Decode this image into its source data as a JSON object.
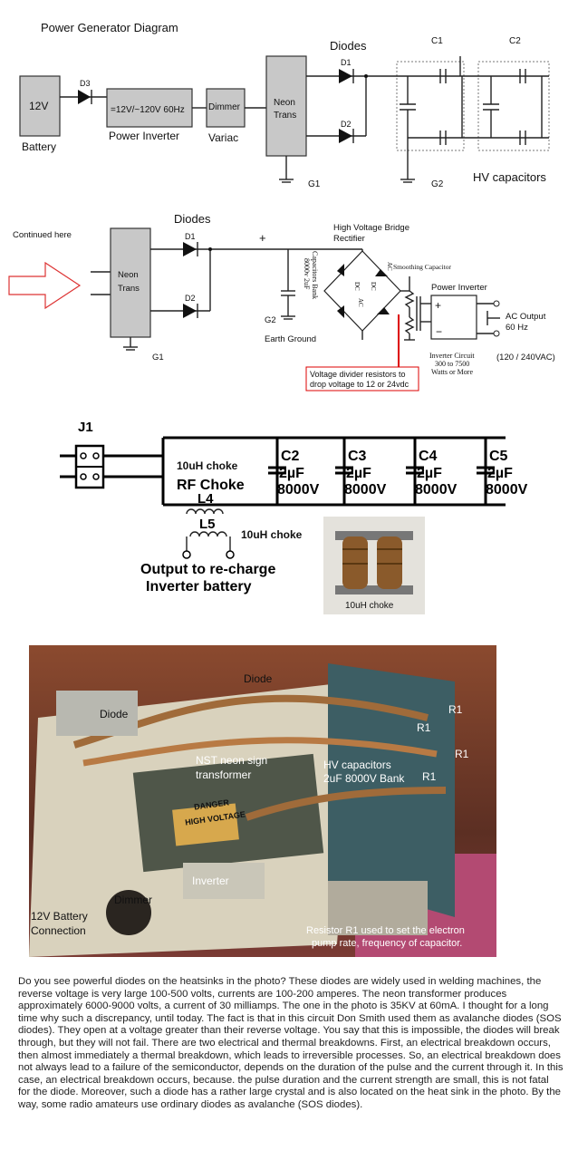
{
  "diagram1": {
    "title": "Power Generator Diagram",
    "battery_box": "12V",
    "battery_label": "Battery",
    "d3": "D3",
    "inverter_box": "=12V/~120V 60Hz",
    "inverter_label": "Power Inverter",
    "dimmer_box": "Dimmer",
    "variac_label": "Variac",
    "neon_line1": "Neon",
    "neon_line2": "Trans",
    "g1": "G1",
    "diodes_label": "Diodes",
    "d1": "D1",
    "d2": "D2",
    "c1": "C1",
    "c2": "C2",
    "g2": "G2",
    "hv_caps_label": "HV capacitors"
  },
  "diagram2": {
    "continued": "Continued here",
    "diodes_label": "Diodes",
    "d1": "D1",
    "d2": "D2",
    "neon_line1": "Neon",
    "neon_line2": "Trans",
    "g1": "G1",
    "plus": "+",
    "bridge_line1": "High Voltage Bridge",
    "bridge_line2": "Rectifier",
    "cap_bank_line1": "8000v 2uF",
    "cap_bank_line2": "Capacitors Bank",
    "smoothing": "Smoothing Capacitor",
    "power_inverter": "Power Inverter",
    "ac_output_line1": "AC Output",
    "ac_output_line2": "60 Hz",
    "g2": "G2",
    "earth_ground": "Earth Ground",
    "inverter_circuit_line1": "Inverter Circuit",
    "inverter_circuit_line2": "300 to 7500",
    "inverter_circuit_line3": "Watts or More",
    "voltage_range": "(120 / 240VAC)",
    "divider_note_line1": "Voltage divider resistors to",
    "divider_note_line2": "drop voltage to 12 or 24vdc",
    "ac": "AC",
    "dc": "DC"
  },
  "diagram3": {
    "j1": "J1",
    "choke_top": "10uH choke",
    "rf_choke": "RF Choke",
    "l4": "L4",
    "l5": "L5",
    "choke_l5": "10uH choke",
    "output_line1": "Output to re-charge",
    "output_line2": "Inverter battery",
    "caps": [
      {
        "name": "C2",
        "value": "2µF",
        "voltage": "8000V"
      },
      {
        "name": "C3",
        "value": "2µF",
        "voltage": "8000V"
      },
      {
        "name": "C4",
        "value": "2µF",
        "voltage": "8000V"
      },
      {
        "name": "C5",
        "value": "2µF",
        "voltage": "8000V"
      }
    ],
    "photo_caption": "10uH choke"
  },
  "photo": {
    "diode_left": "Diode",
    "diode_top": "Diode",
    "r1_a": "R1",
    "r1_b": "R1",
    "r1_c": "R1",
    "r1_d": "R1",
    "nst_line1": "NST neon sign",
    "nst_line2": "transformer",
    "danger": "DANGER",
    "high_voltage": "HIGH VOLTAGE",
    "hv_caps_line1": "HV capacitors",
    "hv_caps_line2": "2uF 8000V Bank",
    "inverter": "Inverter",
    "dimmer": "Dimmer",
    "battery_line1": "12V Battery",
    "battery_line2": "Connection",
    "resistor_line1": "Resistor R1 used to set the electron",
    "resistor_line2": "pump rate, frequency of capacitor."
  },
  "article": {
    "text": "Do you see powerful diodes on the heatsinks in the photo? These diodes are widely used in welding machines, the reverse voltage is very large 100-500 volts, currents are 100-200 amperes. The neon transformer produces approximately 6000-9000 volts, a current of 30 milliamps. The one in the photo is 35KV at 60mA. I thought for a long time why such a discrepancy, until today. The fact is that in this circuit Don Smith used them as avalanche diodes (SOS diodes). They open at a voltage greater than their reverse voltage. You say that this is impossible, the diodes will break through, but they will not fail. There are two electrical and thermal breakdowns. First, an electrical breakdown occurs, then almost immediately a thermal breakdown, which leads to irreversible processes. So, an electrical breakdown does not always lead to a failure of the semiconductor, depends on the duration of the pulse and the current through it. In this case, an electrical breakdown occurs, because. the pulse duration and the current strength are small, this is not fatal for the diode. Moreover, such a diode has a rather large crystal and is also located on the heat sink in the photo. By the way, some radio amateurs use ordinary diodes as avalanche (SOS diodes)."
  }
}
